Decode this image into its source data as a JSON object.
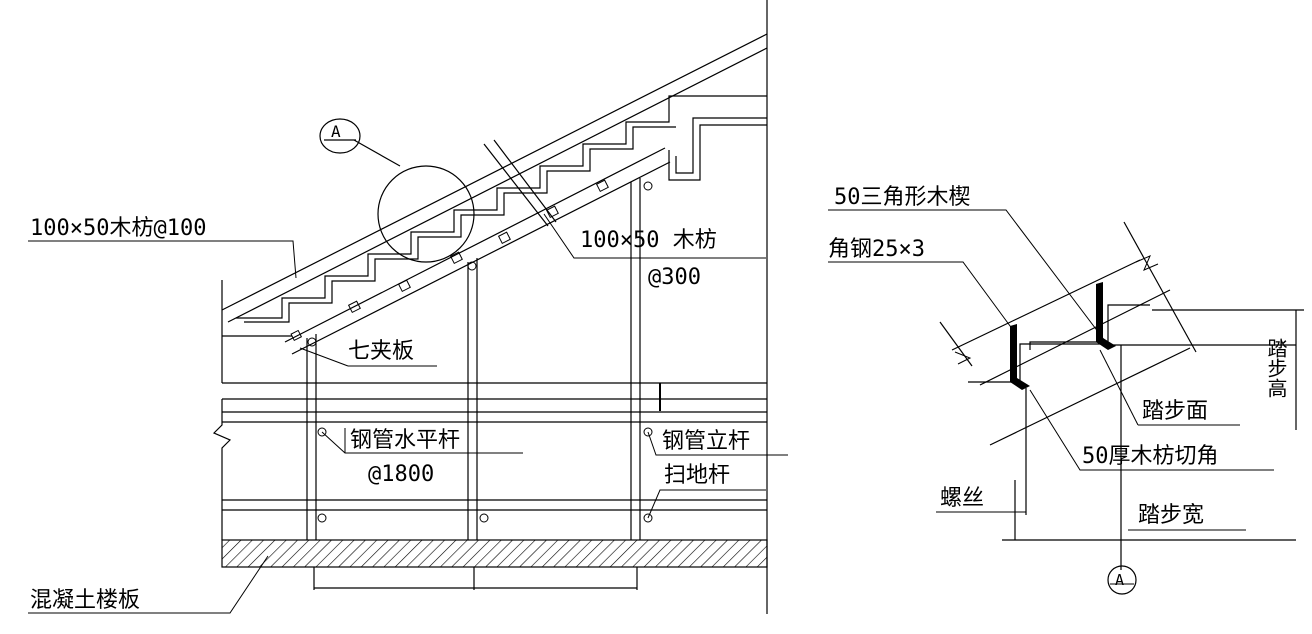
{
  "left_drawing": {
    "detail_marker": "A",
    "labels": {
      "timber_100": "100×50木枋@100",
      "timber_300": "100×50 木枋",
      "timber_300_spacing": "@300",
      "plywood": "七夹板",
      "horizontal_tube": "钢管水平杆",
      "horizontal_tube_spacing": "@1800",
      "vertical_tube": "钢管立杆",
      "sweep_rod": "扫地杆",
      "concrete_slab": "混凝土楼板"
    }
  },
  "right_drawing": {
    "section_marker": "A",
    "labels": {
      "wedge": "50三角形木楔",
      "angle_steel": "角钢25×3",
      "tread_face": "踏步面",
      "timber_cut": "50厚木枋切角",
      "screw": "螺丝",
      "step_width": "踏步宽",
      "step_height": "踏步高"
    }
  }
}
